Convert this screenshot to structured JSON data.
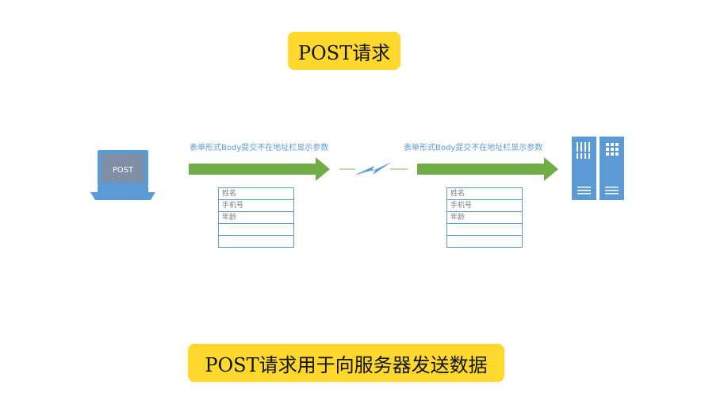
{
  "title": "POST请求",
  "footer": "POST请求用于向服务器发送数据",
  "client": {
    "label": "POST"
  },
  "left": {
    "caption": "表单形式Body提交不在地址栏显示参数",
    "fields": [
      "姓名",
      "手机号",
      "年龄",
      "",
      ""
    ]
  },
  "right": {
    "caption": "表单形式Body提交不在地址栏显示参数",
    "fields": [
      "姓名",
      "手机号",
      "年龄",
      "",
      ""
    ]
  },
  "colors": {
    "badge": "#ffd82e",
    "arrow": "#70ad47",
    "device": "#5b9bd5",
    "text_light": "#5b9bd5"
  },
  "icons": [
    "laptop-icon",
    "lightning-icon",
    "server-icon"
  ]
}
